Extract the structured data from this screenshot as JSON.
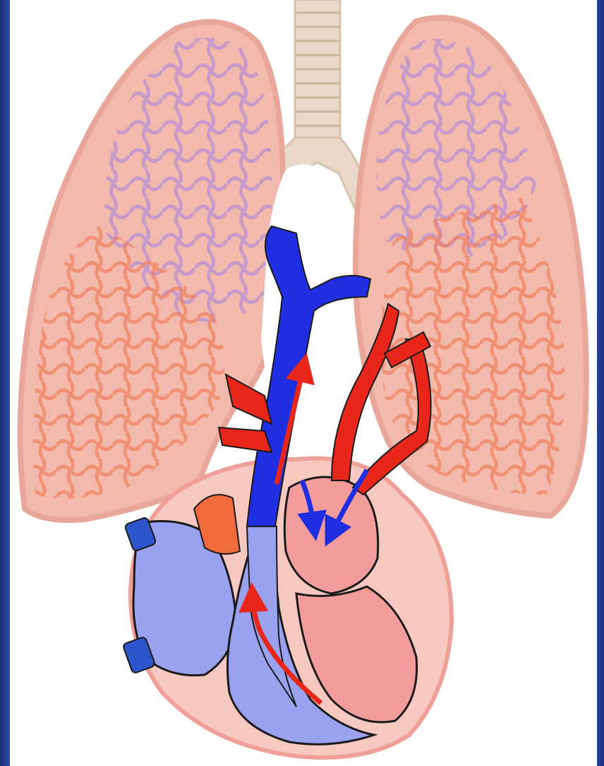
{
  "diagram": {
    "subject": "pulmonary-circulation",
    "colors": {
      "slide_background": "#3556b8",
      "panel": "#ffffff",
      "lung_tissue": "#f2b9ad",
      "lung_outline": "#e9a79a",
      "oxygenated_vessel": "#e8261a",
      "deoxygenated_vessel": "#1f2ee0",
      "capillary_purple": "#b48ad6",
      "capillary_red": "#f0805e",
      "right_heart": "#9aa2f0",
      "left_heart": "#f29c9c",
      "heart_wall": "#f7c8c0",
      "trachea": "#e9d8c8"
    },
    "arrows": [
      {
        "name": "pulmonary-trunk-up-arrow",
        "color": "#e8261a"
      },
      {
        "name": "right-ventricle-outflow-arrow",
        "color": "#e8261a"
      },
      {
        "name": "pulmonary-vein-arrow-1",
        "color": "#1f2ee0"
      },
      {
        "name": "pulmonary-vein-arrow-2",
        "color": "#1f2ee0"
      }
    ]
  }
}
